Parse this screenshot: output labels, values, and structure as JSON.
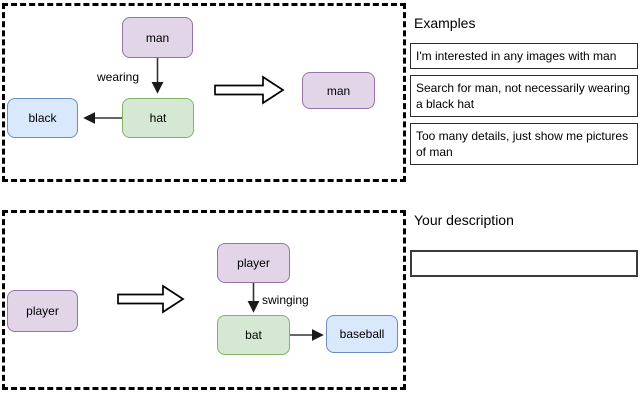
{
  "top_panel": {
    "graph": {
      "subject": "man",
      "relation": "wearing",
      "object": "hat",
      "attribute": "black"
    },
    "result_node": "man"
  },
  "bottom_panel": {
    "query_node": "player",
    "graph": {
      "subject": "player",
      "relation": "swinging",
      "object": "bat",
      "secondary_object": "baseball"
    }
  },
  "examples": {
    "title": "Examples",
    "items": [
      "I'm interested in any images with man",
      "Search for man, not necessarily wearing a black hat",
      "Too many details, just show me pictures of man"
    ]
  },
  "description": {
    "title": "Your description",
    "input_value": ""
  },
  "colors": {
    "node_purple_fill": "#e1d5e7",
    "node_purple_border": "#9673a6",
    "node_green_fill": "#d5e8d4",
    "node_green_border": "#82b366",
    "node_blue_fill": "#dae8fc",
    "node_blue_border": "#6c8ebf",
    "edge_stroke": "#333333",
    "panel_border": "#000000"
  }
}
